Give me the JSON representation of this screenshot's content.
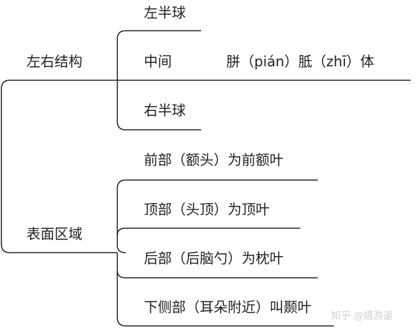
{
  "groups": [
    {
      "name": "左右结构",
      "children": [
        "左半球",
        "中间",
        "右半球"
      ],
      "middle_note": "胼（pián）胝（zhī）体"
    },
    {
      "name": "表面区域",
      "children": [
        "前部（额头）为前额叶",
        "顶部（头顶）为顶叶",
        "后部（后脑勺）为枕叶",
        "下侧部（耳朵附近）叫颞叶"
      ]
    }
  ],
  "watermark": "知乎 @嬉游道",
  "colors": {
    "line": "#222222",
    "text": "#222222",
    "watermark": "#cfcfcf"
  }
}
